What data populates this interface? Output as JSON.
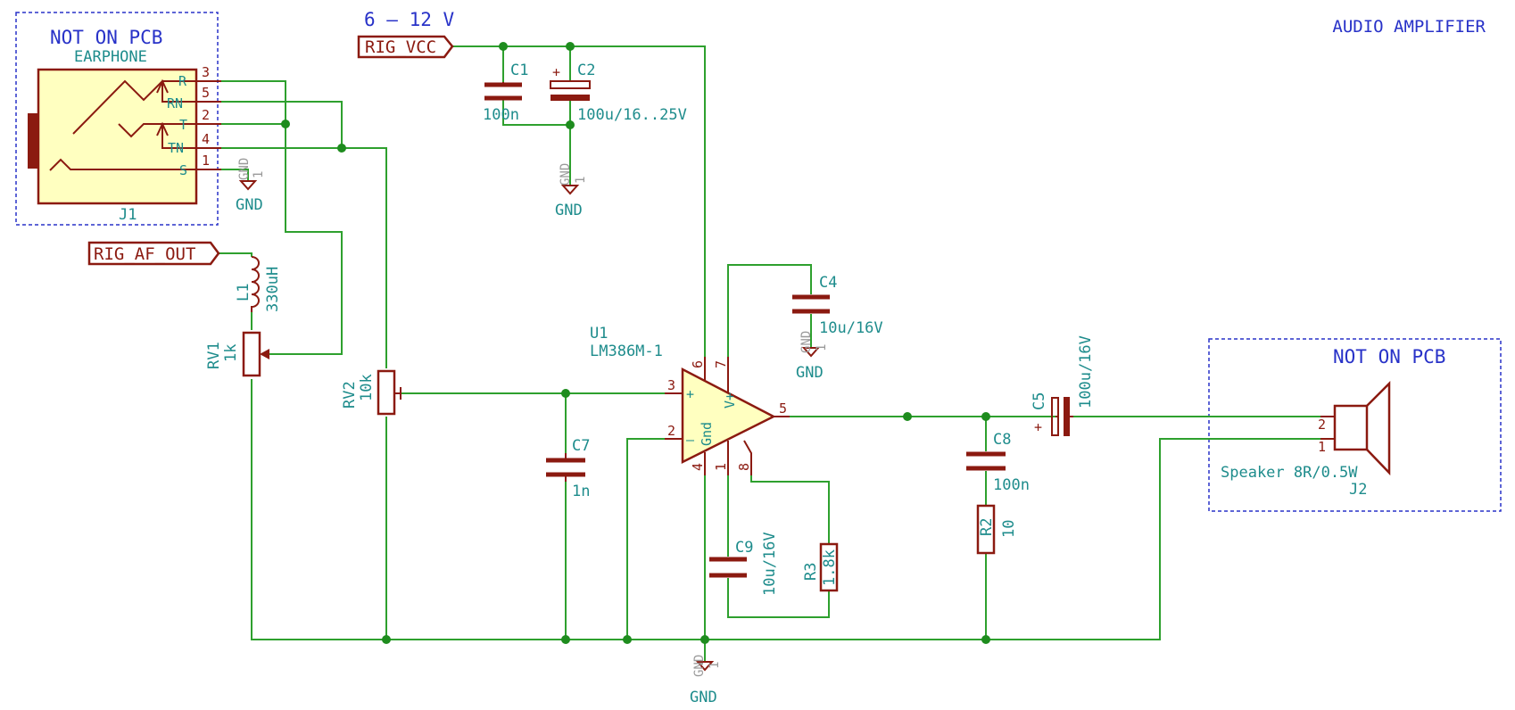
{
  "title": "AUDIO AMPLIFIER",
  "supply_note": "6 – 12 V",
  "boxes": {
    "earphone_box": "NOT ON PCB",
    "speaker_box": "NOT ON PCB"
  },
  "net_labels": {
    "rig_vcc": "RIG_VCC",
    "rig_af_out": "RIG_AF_OUT"
  },
  "power": {
    "gnd": "GND",
    "gnd_pin_name": "GND",
    "gnd_pin_num": "1"
  },
  "components": {
    "J1": {
      "ref": "J1",
      "value": "EARPHONE",
      "pins": [
        {
          "name": "R",
          "num": "3"
        },
        {
          "name": "RN",
          "num": "5"
        },
        {
          "name": "T",
          "num": "2"
        },
        {
          "name": "TN",
          "num": "4"
        },
        {
          "name": "S",
          "num": "1"
        }
      ]
    },
    "C1": {
      "ref": "C1",
      "value": "100n"
    },
    "C2": {
      "ref": "C2",
      "value": "100u/16..25V",
      "polarity": "+"
    },
    "L1": {
      "ref": "L1",
      "value": "330uH"
    },
    "RV1": {
      "ref": "RV1",
      "value": "1k"
    },
    "RV2": {
      "ref": "RV2",
      "value": "10k"
    },
    "C7": {
      "ref": "C7",
      "value": "1n"
    },
    "U1": {
      "ref": "U1",
      "value": "LM386M-1",
      "pins": {
        "p3": "3",
        "p2": "2",
        "p6": "6",
        "p7": "7",
        "p4": "4",
        "p1": "1",
        "p8": "8",
        "p5": "5"
      },
      "pin_names": {
        "plus": "+",
        "minus": "–",
        "gnd": "Gnd",
        "vplus": "V+"
      }
    },
    "C4": {
      "ref": "C4",
      "value": "10u/16V"
    },
    "C9": {
      "ref": "C9",
      "value": "10u/16V"
    },
    "R3": {
      "ref": "R3",
      "value": "1.8k"
    },
    "C8": {
      "ref": "C8",
      "value": "100n"
    },
    "R2": {
      "ref": "R2",
      "value": "10"
    },
    "C5": {
      "ref": "C5",
      "value": "100u/16V",
      "polarity": "+"
    },
    "J2": {
      "ref": "J2",
      "value": "Speaker 8R/0.5W",
      "pins": {
        "p2": "2",
        "p1": "1"
      }
    }
  },
  "colors": {
    "wire": "#2ea02e",
    "component": "#8b1a10",
    "component_fill": "#ffffc0",
    "text": "#1e8c8c",
    "note": "#2832c8"
  }
}
